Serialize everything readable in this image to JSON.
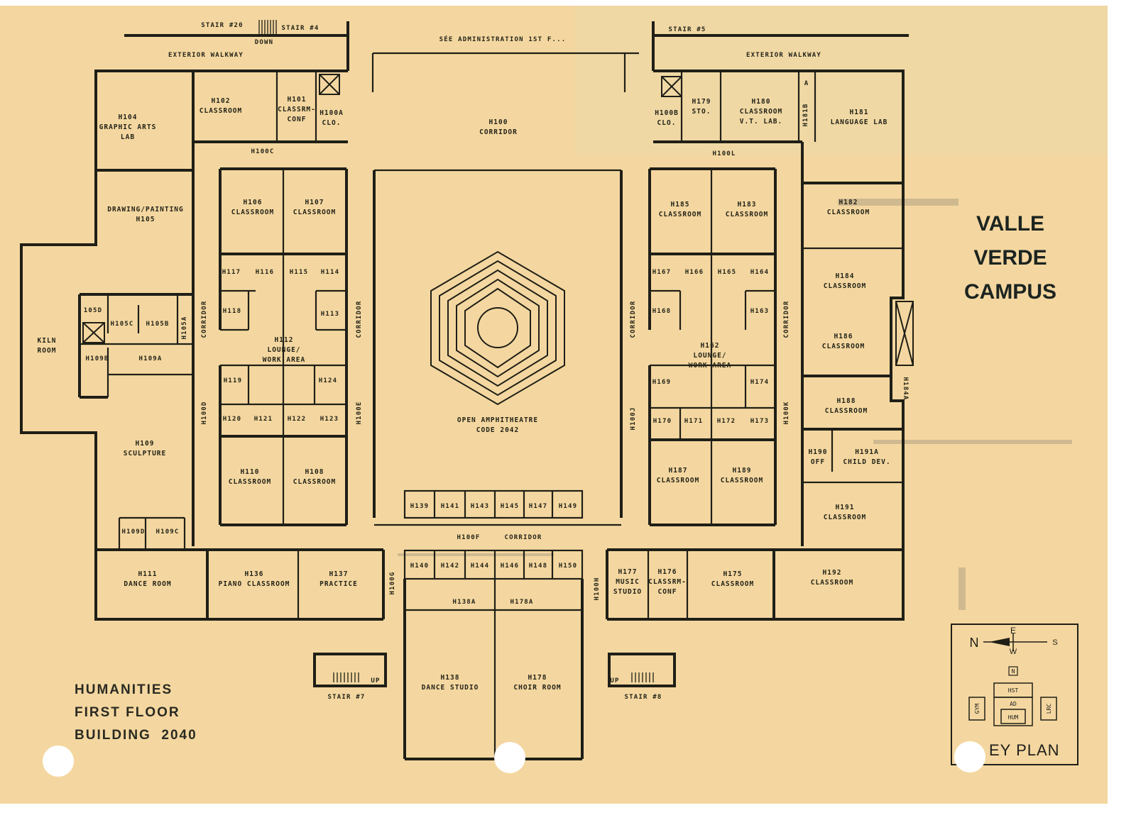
{
  "campus_title": [
    "VALLE",
    "VERDE",
    "CAMPUS"
  ],
  "building_title": [
    "HUMANITIES",
    "FIRST FLOOR",
    "BUILDING  2040"
  ],
  "key_plan": {
    "label": "EY PLAN",
    "compass": {
      "n": "N",
      "e": "E",
      "w": "W",
      "s": "S"
    },
    "blocks": {
      "gym": "GYM",
      "hst": "HST",
      "ad": "AD",
      "hum": "HUM",
      "lrc": "LRC",
      "n": "N"
    }
  },
  "top_labels": {
    "stair_20": "STAIR #20",
    "stair_4": "STAIR #4",
    "stair_5": "STAIR #5",
    "down": "DOWN",
    "see_admin": "SÉE ADMINISTRATION 1ST F...",
    "exterior_walkway_left": "EXTERIOR WALKWAY",
    "exterior_walkway_right": "EXTERIOR WALKWAY"
  },
  "bottom_labels": {
    "stair_7": "STAIR #7",
    "stair_8": "STAIR #8",
    "up_left": "UP",
    "up_right": "UP"
  },
  "rooms": {
    "h104": [
      "H104",
      "GRAPHIC ARTS",
      "LAB"
    ],
    "h102": [
      "H102",
      "CLASSROOM"
    ],
    "h101": [
      "H101",
      "CLASSRM-",
      "CONF"
    ],
    "h100a": [
      "H100A",
      "CLO."
    ],
    "h100c": "H100C",
    "h100": [
      "H100",
      "CORRIDOR"
    ],
    "h100b": [
      "H100B",
      "CLO."
    ],
    "h179": [
      "H179",
      "STO."
    ],
    "h180": [
      "H180",
      "CLASSROOM",
      "V.T. LAB."
    ],
    "h181b": "H181B",
    "h181a": "A",
    "h181": [
      "H181",
      "LANGUAGE LAB"
    ],
    "h100l": "H100L",
    "h105": [
      "DRAWING/PAINTING",
      "H105"
    ],
    "h106": [
      "H106",
      "CLASSROOM"
    ],
    "h107": [
      "H107",
      "CLASSROOM"
    ],
    "h185": [
      "H185",
      "CLASSROOM"
    ],
    "h183": [
      "H183",
      "CLASSROOM"
    ],
    "h182": [
      "H182",
      "CLASSROOM"
    ],
    "kiln": [
      "KILN",
      "ROOM"
    ],
    "h105d": "105D",
    "h105c": "H105C",
    "h105b": "H105B",
    "h105a": "H105A",
    "h109b": "H109B",
    "h109a": "H109A",
    "h117": "H117",
    "h116": "H116",
    "h115": "H115",
    "h114": "H114",
    "h118": "H118",
    "h113": "H113",
    "h112": [
      "H112",
      "LOUNGE/",
      "WORK AREA"
    ],
    "h119": "H119",
    "h124": "H124",
    "h120": "H120",
    "h121": "H121",
    "h122": "H122",
    "h123": "H123",
    "h167": "H167",
    "h166": "H166",
    "h165": "H165",
    "h164": "H164",
    "h168": "H168",
    "h163": "H163",
    "h162": [
      "H162",
      "LOUNGE/",
      "WORK AREA"
    ],
    "h169": "H169",
    "h174": "H174",
    "h170": "H170",
    "h171": "H171",
    "h172": "H172",
    "h173": "H173",
    "h184": [
      "H184",
      "CLASSROOM"
    ],
    "h186": [
      "H186",
      "CLASSROOM"
    ],
    "h184a": "H184A",
    "h188": [
      "H188",
      "CLASSROOM"
    ],
    "h190": [
      "H190",
      "OFF"
    ],
    "h191a": [
      "H191A",
      "CHILD DEV."
    ],
    "h191": [
      "H191",
      "CLASSROOM"
    ],
    "h109": [
      "H109",
      "SCULPTURE"
    ],
    "h110": [
      "H110",
      "CLASSROOM"
    ],
    "h108": [
      "H108",
      "CLASSROOM"
    ],
    "h187": [
      "H187",
      "CLASSROOM"
    ],
    "h189": [
      "H189",
      "CLASSROOM"
    ],
    "h109d": "H109D",
    "h109c": "H109C",
    "amphitheatre": [
      "OPEN AMPHITHEATRE",
      "CODE 2042"
    ],
    "h139": "H139",
    "h141": "H141",
    "h143": "H143",
    "h145": "H145",
    "h147": "H147",
    "h149": "H149",
    "h100f": "H100F",
    "corridor_mid": "CORRIDOR",
    "h140": "H140",
    "h142": "H142",
    "h144": "H144",
    "h146": "H146",
    "h148": "H148",
    "h150": "H150",
    "h138a": "H138A",
    "h178a": "H178A",
    "h111": [
      "H111",
      "DANCE ROOM"
    ],
    "h136": [
      "H136",
      "PIANO CLASSROOM"
    ],
    "h137": [
      "H137",
      "PRACTICE"
    ],
    "h100g": "H100G",
    "h100h": "H100H",
    "h177": [
      "H177",
      "MUSIC",
      "STUDIO"
    ],
    "h176": [
      "H176",
      "CLASSRM-",
      "CONF"
    ],
    "h175": [
      "H175",
      "CLASSROOM"
    ],
    "h192": [
      "H192",
      "CLASSROOM"
    ],
    "h138": [
      "H138",
      "DANCE STUDIO"
    ],
    "h178": [
      "H178",
      "CHOIR ROOM"
    ],
    "corridor_left": "CORRIDOR",
    "h100d": "H100D",
    "corridor_inner_left": "CORRIDOR",
    "h100e": "H100E",
    "corridor_inner_right": "CORRIDOR",
    "h100j": "H100J",
    "corridor_right": "CORRIDOR",
    "h100k": "H100K"
  },
  "colors": {
    "paper": "#f5d9a3",
    "ink": "#1f1f17",
    "title_ink": "#1c2420",
    "ghost_ink": "#b0a184"
  }
}
